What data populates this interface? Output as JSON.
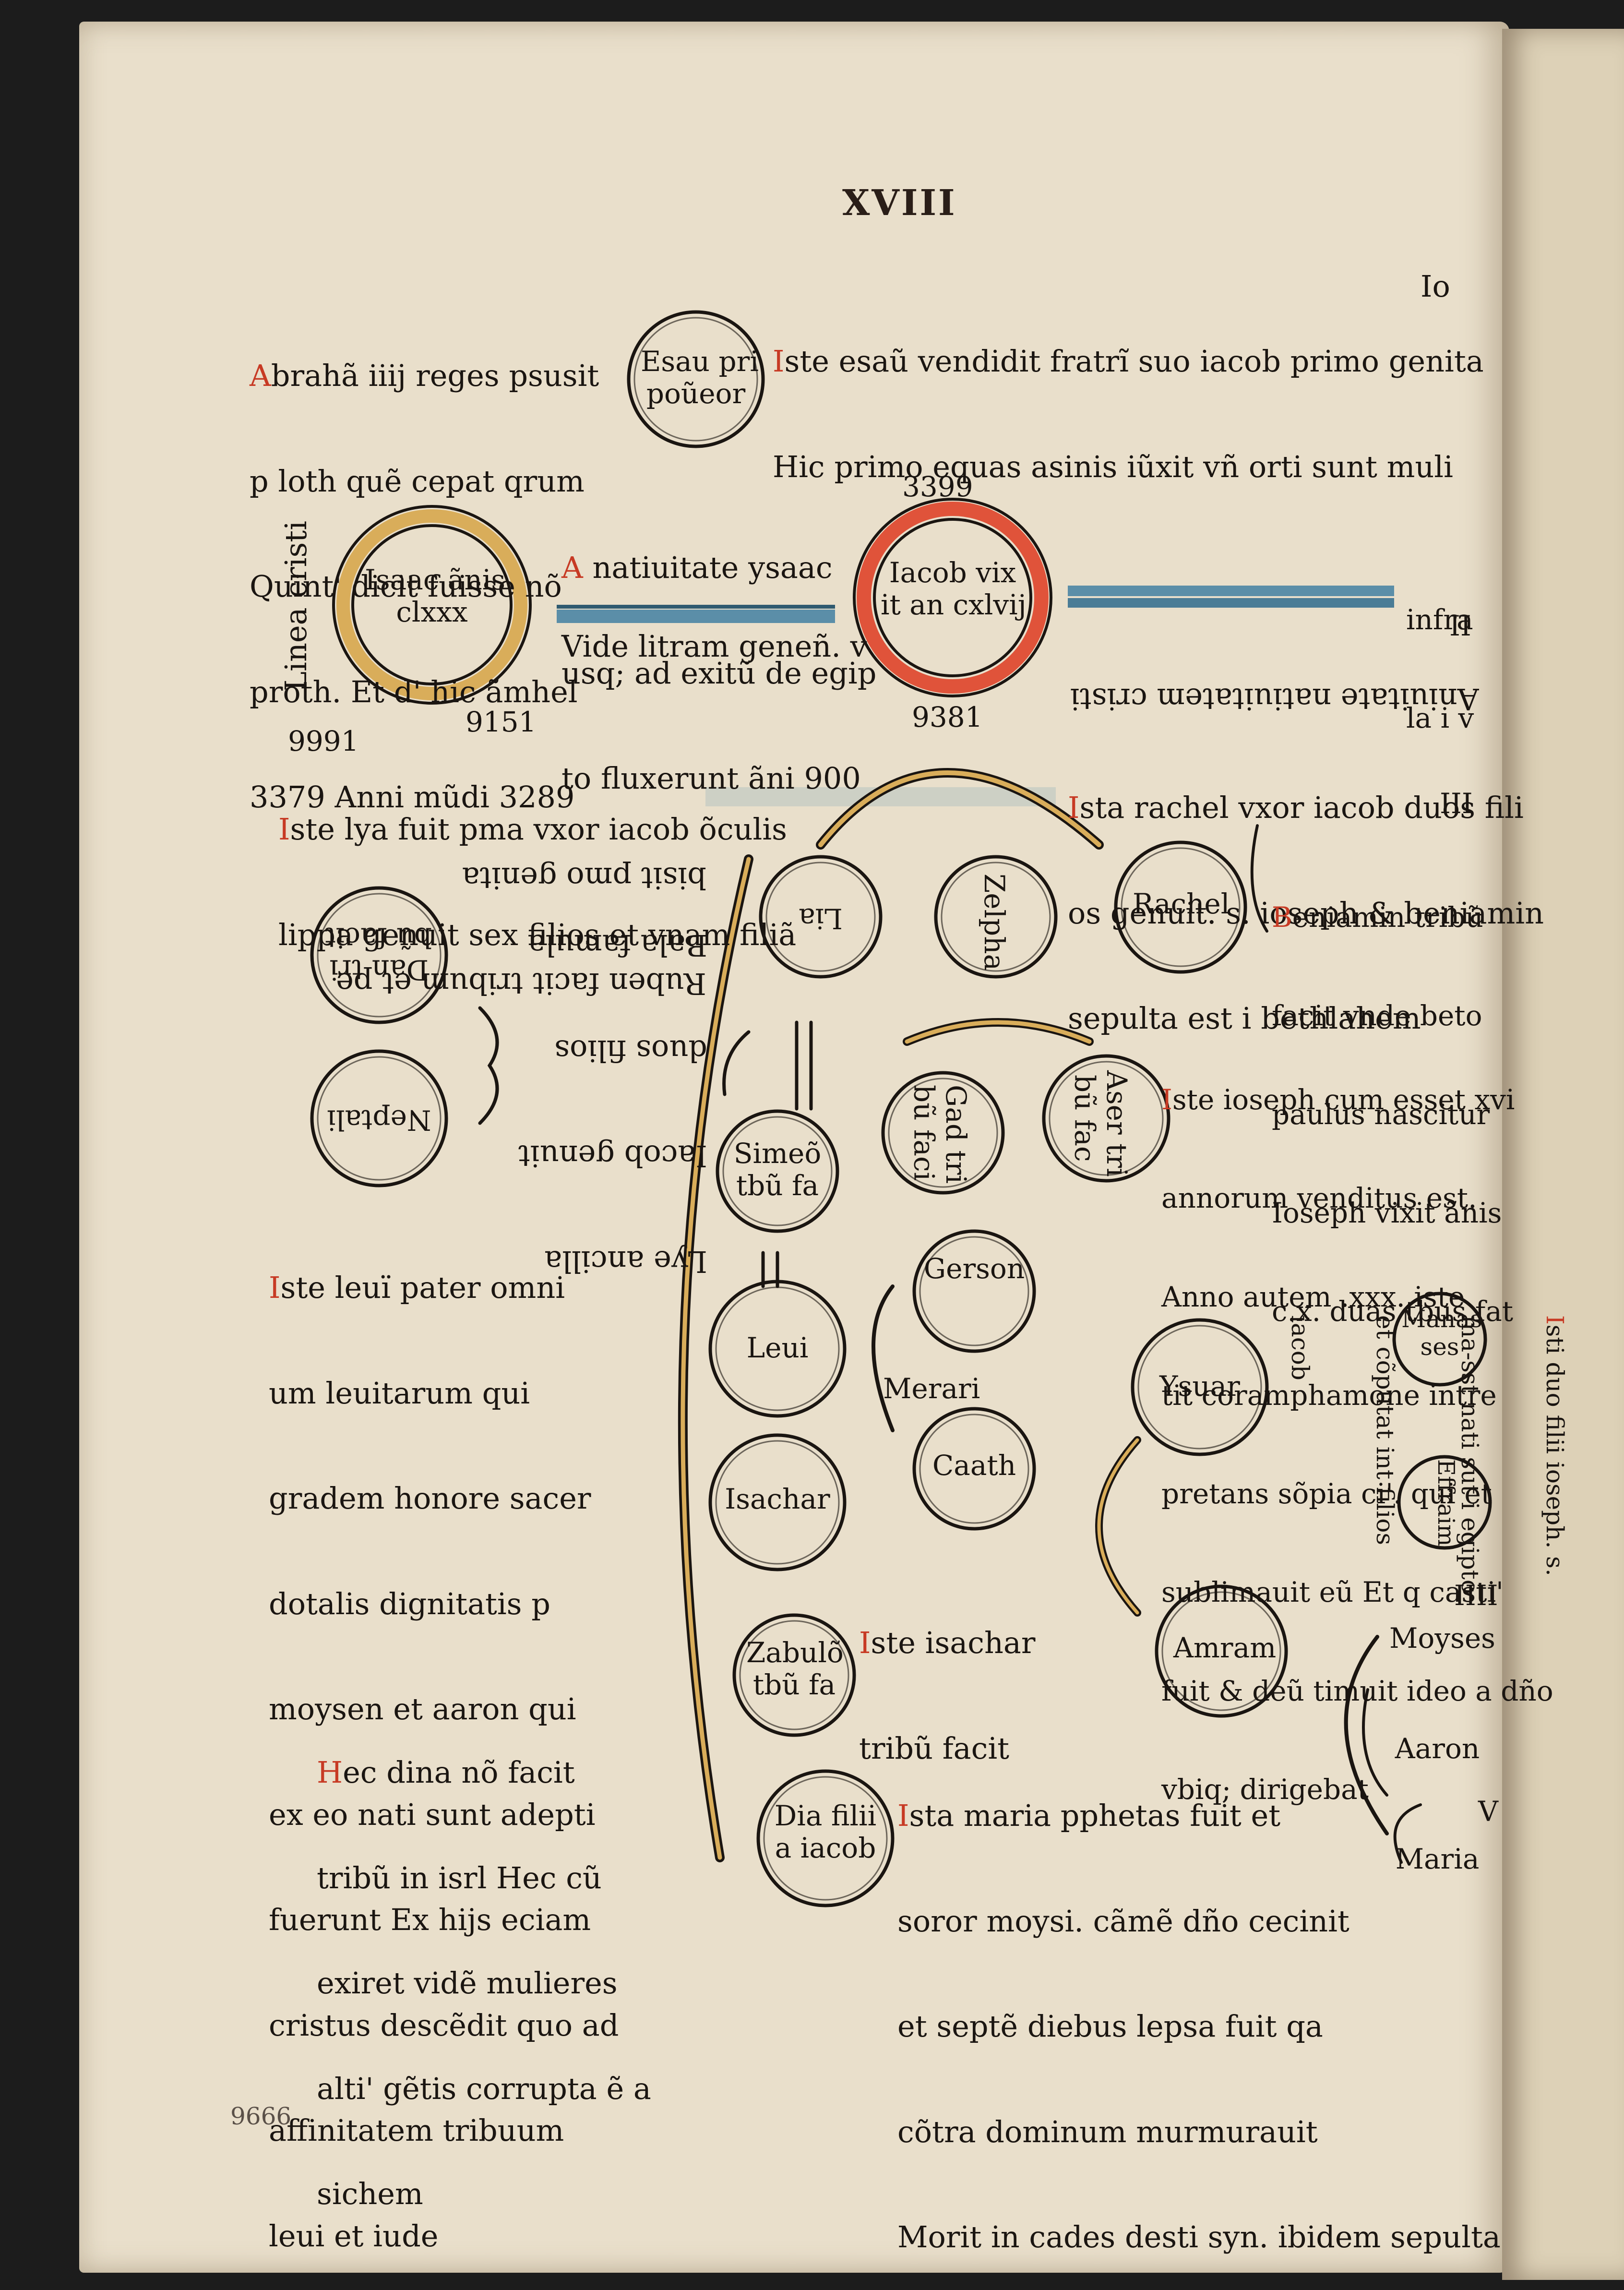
{
  "folio": "XVIII",
  "facing_page_fragments": [
    "…",
    "…",
    "…"
  ],
  "blocks": {
    "abraham": [
      "Abrahã iiij reges psusit",
      "p loth quẽ cepat qrum",
      "Quint' dicit fuisse nõ",
      "proth. Et d' hic ãmhel",
      "3379 Anni mũdi 3289"
    ],
    "esau_note": [
      "Iste esaũ vendidit fratrĩ suo iacob primo genita",
      "Hic primo equas asinis iũxit vñ orti sunt muli"
    ],
    "isaac_note": [
      "A natiuitate ysaac",
      "usq; ad exitũ de egip",
      "to fluxerunt ãni 900",
      "Vide litram geneñ. v"
    ],
    "linea_christi": "Linea cristi",
    "year_3399": "3399",
    "year_9911": "9991",
    "year_9151": "9151",
    "year_9381": "9381",
    "mirror_top": "Aniuitate natiuitatem cristi",
    "infra": [
      "infra",
      "la i v"
    ],
    "roman_ii": "II",
    "roman_iii": "III",
    "roman_iiii": "IIII",
    "roman_v": "V",
    "io": "Io",
    "lya_note": [
      "Iste lya fuit pma vxor iacob õculis",
      "lippa genuit sex filios et vnam filiã"
    ],
    "mirror_ruben": [
      "Ruben facit tribum et pe",
      "bisit pmo genita"
    ],
    "mirror_bala": [
      "Lye ancilla",
      "Iacob genuit",
      "duos filios",
      "Bala famula"
    ],
    "rachel_note": [
      "Ista rachel vxor iacob duos fili",
      "os genuit. s. ioseph & beniamin",
      "sepulta est i bethlahem"
    ],
    "beniamin_note": [
      "Beniamin tribũ",
      "facit vnde beto",
      "paulus nascitur",
      "Ioseph vixit ãnis",
      "c.x. duas tbus fat"
    ],
    "ioseph_note": [
      "Iste ioseph cum esset xvi",
      "annorum venditus est.",
      "Anno autem .xxx. iste",
      "tit coramphamone intre",
      "pretans sõpia ci'. qui et",
      "sublimauit eũ Et q casti'",
      "fuit & deũ timuit ideo a dño",
      "vbiq; dirigebat"
    ],
    "sons_note": [
      "Isti duo filii ioseph. s.",
      "ma-sst nati sut i egipto",
      "et cõputat int filios",
      "iacob"
    ],
    "levi_note": [
      "Iste leuï pater omni",
      "um leuitarum qui",
      "gradem honore sacer",
      "dotalis dignitatis p",
      "moysen et aaron qui",
      "ex eo nati sunt adepti",
      "fuerunt Ex hijs eciam",
      "cristus descẽdit quo ad",
      "affinitatem tribuum",
      "leui et iude"
    ],
    "isachar_note": [
      "Iste isachar",
      "tribũ facit"
    ],
    "dina_note": [
      "Hec dina nõ facit",
      "tribũ in isrl Hec cũ",
      "exiret vidẽ mulieres",
      "alti' gẽtis corrupta ẽ a",
      "sichem"
    ],
    "maria_note": [
      "Ista maria pphetas fuit et",
      "soror moysi. cãmẽ dño cecinit",
      "et septẽ diebus lepsa fuit qa",
      "cõtra dominum murmurauit",
      "Morit in cades desti syn. ibidem sepulta"
    ],
    "circles": {
      "esau": "Esau pri\npoũeor",
      "isaac": "Isaac ãnis\nclxxx",
      "iacob": "Iacob vix\nit an cxlvij",
      "lia": "Lia",
      "zelpha": "Zelpha",
      "rachel": "Rachel",
      "dan": "Dan tri\nbũ facit",
      "neptali": "Neptali",
      "gad": "Gad tri\nbũ faci",
      "aser": "Aser tri\nbũ fac",
      "simeon": "Simeõ\ntbũ fa",
      "gerson": "Gerson",
      "merari": "Merari",
      "leui": "Leui",
      "caath": "Caath",
      "ysuar": "Ysuar",
      "manasses": "Manas\nses",
      "effraim": "Effraim",
      "isachar": "Isachar",
      "amram": "Amram",
      "moyses": "Moyses",
      "aaron": "Aaron",
      "maria": "Maria",
      "zabulon": "Zabulõ\ntbũ fa",
      "dina": "Dia filii\na iacob"
    },
    "signature": "9666"
  },
  "colors": {
    "paper": "#e9dfcb",
    "ink": "#1a1511",
    "red": "#c73a24",
    "ochre": "#d9ad5a",
    "blue": "#5b8ea8"
  }
}
